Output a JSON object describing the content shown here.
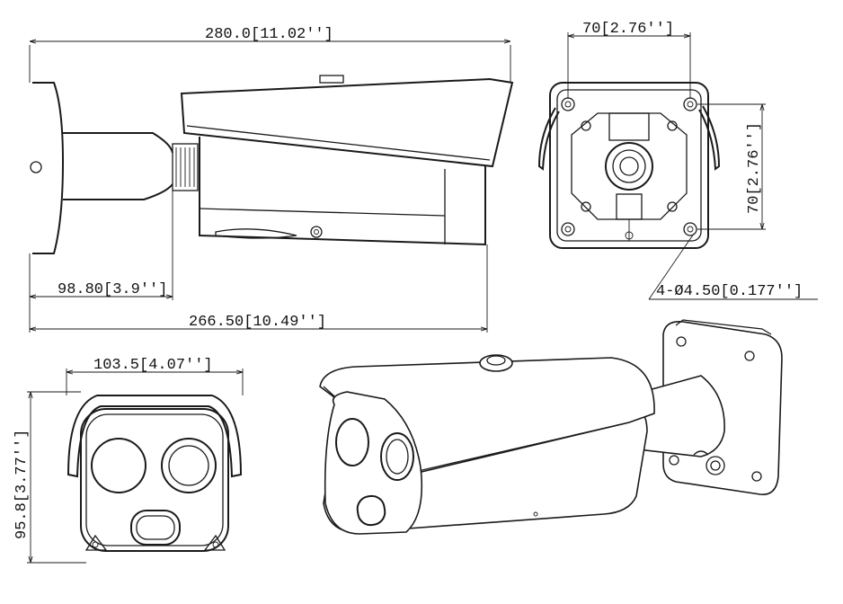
{
  "dimensions": {
    "overall_length": "280.0[11.02'']",
    "mount_width": "70[2.76'']",
    "mount_height": "70[2.76'']",
    "mount_holes": "4-Ø4.50[0.177'']",
    "bracket_length": "98.80[3.9'']",
    "body_length": "266.50[10.49'']",
    "front_width": "103.5[4.07'']",
    "front_height": "95.8[3.77'']"
  },
  "colors": {
    "line": "#1a1a1a",
    "background": "#ffffff"
  }
}
